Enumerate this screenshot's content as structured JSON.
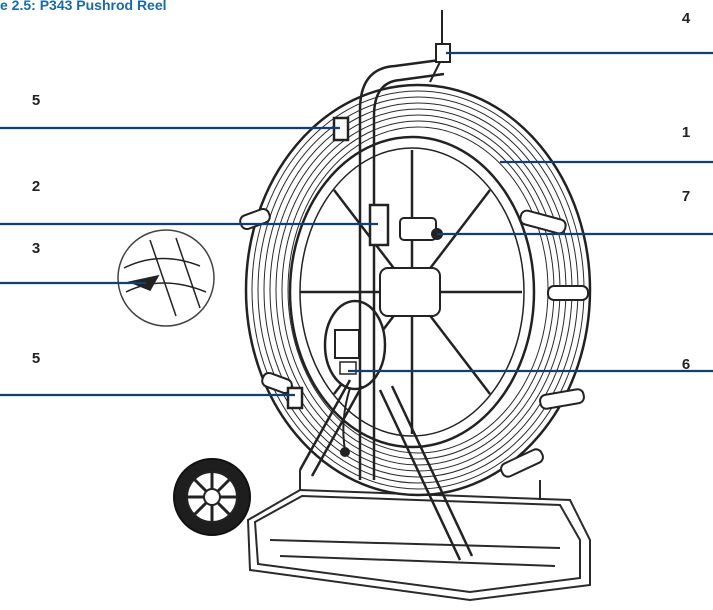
{
  "figure": {
    "title": "e 2.5: P343 Pushrod Reel"
  },
  "callouts": [
    {
      "id": "4",
      "label": "4"
    },
    {
      "id": "5a",
      "label": "5"
    },
    {
      "id": "1",
      "label": "1"
    },
    {
      "id": "2",
      "label": "2"
    },
    {
      "id": "7",
      "label": "7"
    },
    {
      "id": "3",
      "label": "3"
    },
    {
      "id": "6",
      "label": "6"
    },
    {
      "id": "5b",
      "label": "5"
    }
  ],
  "colors": {
    "title": "#1a6aa8",
    "leader_lines": "#123f73",
    "drawing_ink": "#2a2a2a"
  }
}
